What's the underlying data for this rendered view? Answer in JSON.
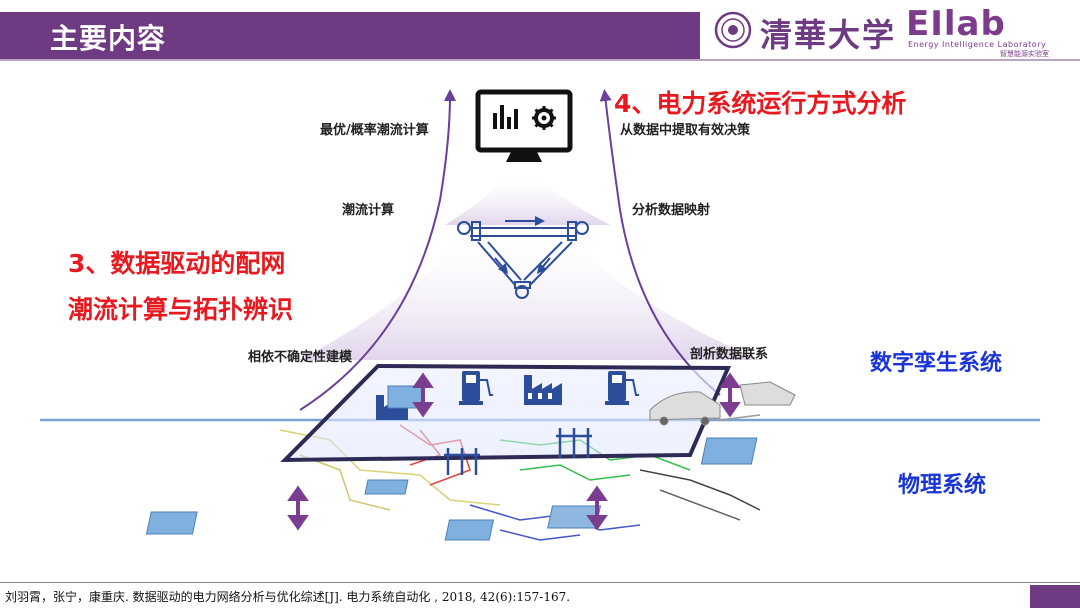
{
  "header": {
    "title": "主要内容",
    "university": "清華大学",
    "lab_logo": "EIlab",
    "lab_subtitle": "Energy Intelligence Laboratory",
    "lab_subtitle_cn": "智慧能源实验室",
    "band_color": "#6e3a82"
  },
  "diagram": {
    "labels": {
      "optimal_flow": "最优/概率潮流计算",
      "extract_decision": "从数据中提取有效决策",
      "power_flow": "潮流计算",
      "data_mapping": "分析数据映射",
      "uncertainty_modeling": "相依不确定性建模",
      "data_correlation": "剖析数据联系"
    },
    "section3": {
      "line1": "3、数据驱动的配网",
      "line2": "潮流计算与拓扑辨识"
    },
    "section4": {
      "title": "4、电力系统运行方式分析"
    },
    "layers": {
      "digital_twin": "数字孪生系统",
      "physical": "物理系统"
    },
    "icons": [
      "monitor-chart-gear-icon",
      "network-topology-icon",
      "factory-icon",
      "fuel-pump-icon",
      "power-tower-icon",
      "solar-panel-icon",
      "car-icon"
    ],
    "colors": {
      "red": "#e8191f",
      "blue": "#1a35d6",
      "purple": "#6e3a82",
      "icon_blue": "#2b4d9a"
    }
  },
  "footer": {
    "citation": "刘羽霄，张宁，康重庆. 数据驱动的电力网络分析与优化综述[J]. 电力系统自动化 , 2018, 42(6):157-167."
  }
}
